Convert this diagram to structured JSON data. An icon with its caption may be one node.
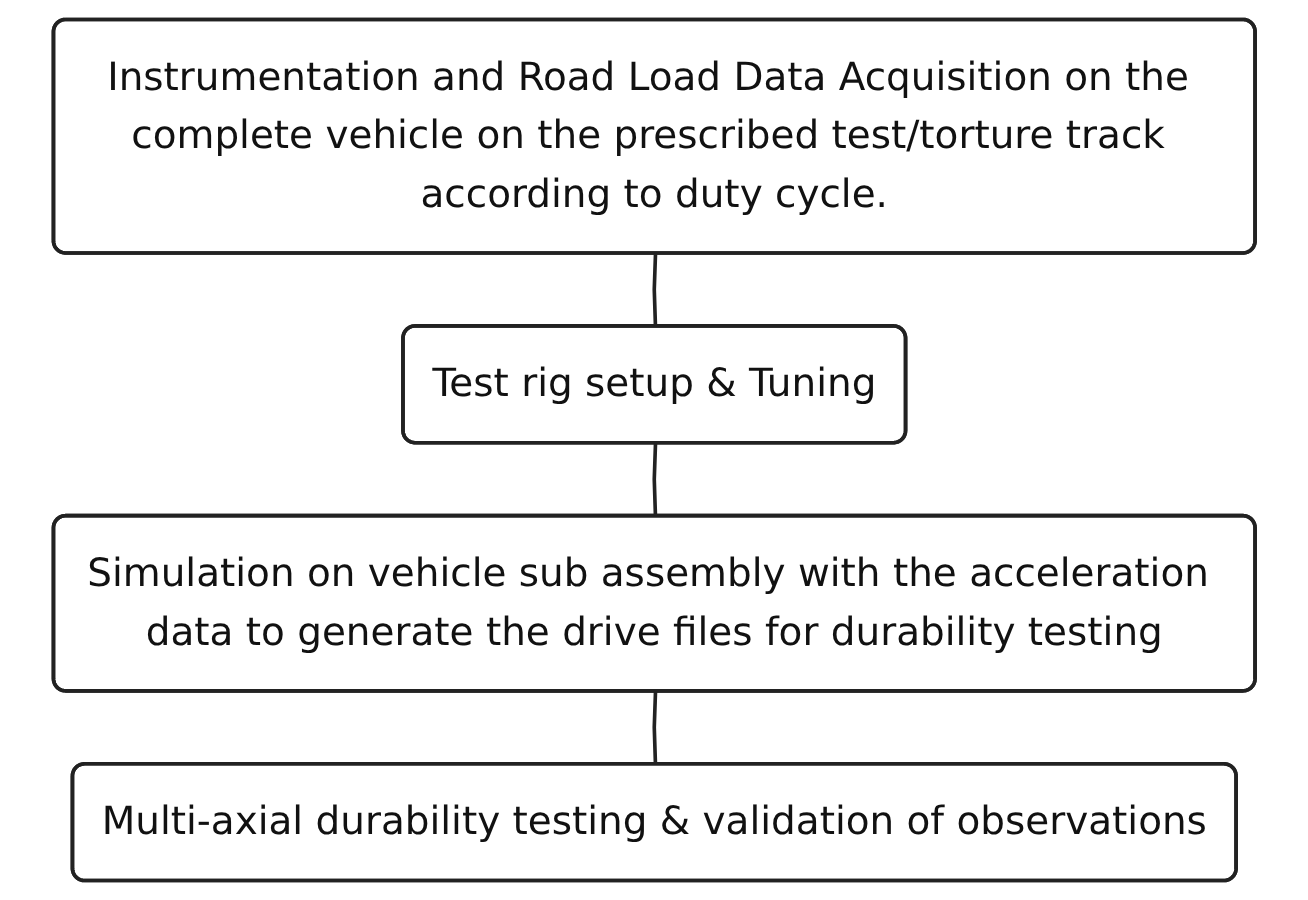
{
  "diagram": {
    "nodes": [
      {
        "text": [
          "Instrumentation and Road Load Data Acquisition on the complete vehicle on the prescribed test/torture track according to duty cycle."
        ]
      },
      {
        "text": [
          "Test rig setup & Tuning"
        ]
      },
      {
        "text": [
          "Simulation on vehicle sub assembly with the acceleration data to generate the drive files for durability testing"
        ]
      },
      {
        "text": [
          "Multi-axial durability testing & validation of observations"
        ]
      }
    ],
    "edges": [
      {
        "from": 0,
        "to": 1,
        "arrow": "none"
      },
      {
        "from": 1,
        "to": 2,
        "arrow": "none"
      },
      {
        "from": 2,
        "to": 3,
        "arrow": "none"
      }
    ]
  }
}
